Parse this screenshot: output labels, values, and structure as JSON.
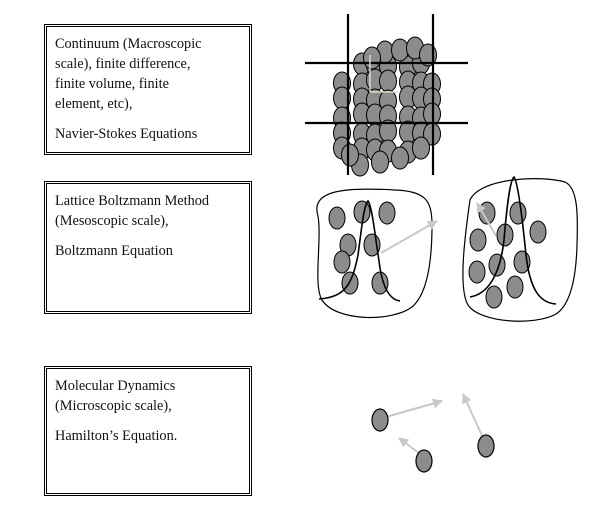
{
  "continuum": {
    "lines": [
      "Continuum (Macroscopic",
      "scale), finite difference,",
      "finite volume, finite",
      "element, etc),"
    ],
    "equation": "Navier-Stokes Equations"
  },
  "lbm": {
    "lines": [
      "Lattice Boltzmann Method",
      "(Mesoscopic scale),"
    ],
    "equation": "Boltzmann Equation"
  },
  "md": {
    "lines": [
      "Molecular Dynamics",
      "(Microscopic scale),"
    ],
    "equation": "Hamilton’s Equation."
  },
  "colors": {
    "particle_fill": "#8c8c8c",
    "arrow": "#c8c8c8",
    "line": "#000000"
  }
}
